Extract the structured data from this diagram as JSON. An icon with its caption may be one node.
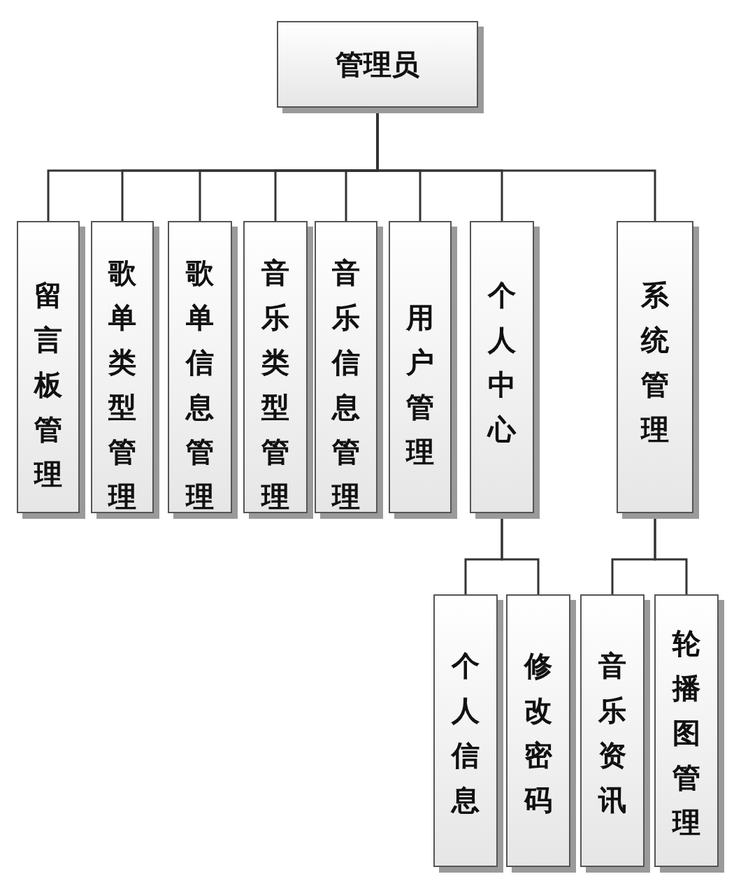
{
  "diagram": {
    "nodes": [
      {
        "text": [
          "管理员"
        ]
      },
      {
        "text": [
          "留言板管理"
        ]
      },
      {
        "text": [
          "歌单类型管理"
        ]
      },
      {
        "text": [
          "歌单信息管理"
        ]
      },
      {
        "text": [
          "音乐类型管理"
        ]
      },
      {
        "text": [
          "音乐信息管理"
        ]
      },
      {
        "text": [
          "用户管理"
        ]
      },
      {
        "text": [
          "个人中心"
        ]
      },
      {
        "text": [
          "系统管理"
        ]
      },
      {
        "text": [
          "个人信息"
        ]
      },
      {
        "text": [
          "修改密码"
        ]
      },
      {
        "text": [
          "音乐资讯"
        ]
      },
      {
        "text": [
          "轮播图管理"
        ]
      }
    ],
    "edges": [
      {
        "from": 0,
        "to": 1,
        "arrow": "none"
      },
      {
        "from": 0,
        "to": 2,
        "arrow": "none"
      },
      {
        "from": 0,
        "to": 3,
        "arrow": "none"
      },
      {
        "from": 0,
        "to": 4,
        "arrow": "none"
      },
      {
        "from": 0,
        "to": 5,
        "arrow": "none"
      },
      {
        "from": 0,
        "to": 6,
        "arrow": "none"
      },
      {
        "from": 0,
        "to": 7,
        "arrow": "none"
      },
      {
        "from": 0,
        "to": 8,
        "arrow": "none"
      },
      {
        "from": 7,
        "to": 9,
        "arrow": "none"
      },
      {
        "from": 7,
        "to": 10,
        "arrow": "none"
      },
      {
        "from": 8,
        "to": 11,
        "arrow": "none"
      },
      {
        "from": 8,
        "to": 12,
        "arrow": "none"
      }
    ]
  }
}
